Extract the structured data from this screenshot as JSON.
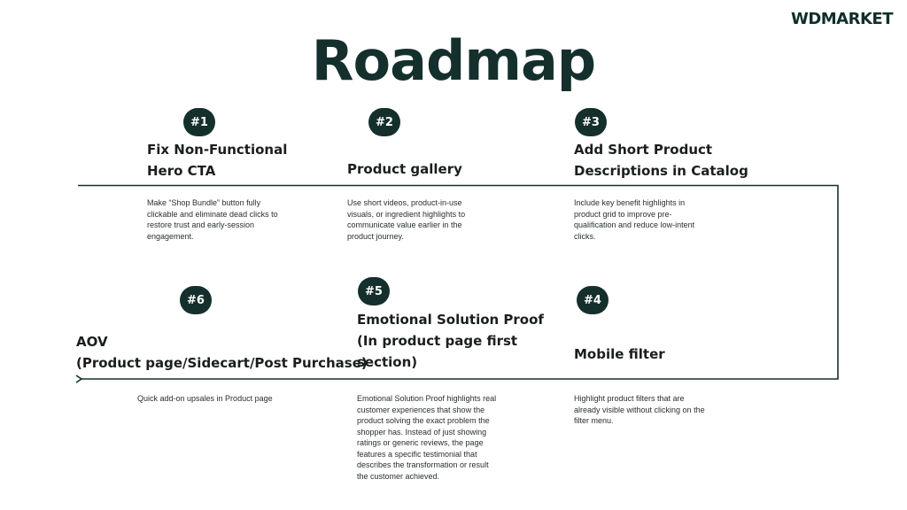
{
  "brand": "WDMARKET",
  "title": "Roadmap",
  "colors": {
    "accent": "#15302c",
    "text": "#1a1f1e",
    "background": "#ffffff"
  },
  "steps": [
    {
      "badge": "#1",
      "title_lines": [
        "Fix Non-Functional",
        "Hero CTA"
      ],
      "description_lines": [
        "Make “Shop Bundle” button fully",
        "clickable and eliminate dead clicks to",
        "restore trust and early-session",
        "engagement."
      ]
    },
    {
      "badge": "#2",
      "title_lines": [
        "Product gallery"
      ],
      "description_lines": [
        "Use short videos, product-in-use",
        "visuals, or ingredient highlights to",
        "communicate value earlier in the",
        "product journey."
      ]
    },
    {
      "badge": "#3",
      "title_lines": [
        "Add Short Product",
        "Descriptions in Catalog"
      ],
      "description_lines": [
        "Include key benefit highlights in",
        "product grid to improve pre-",
        "qualification and reduce low-intent",
        "clicks."
      ]
    },
    {
      "badge": "#4",
      "title_lines": [
        "Mobile filter"
      ],
      "description_lines": [
        "Highlight product filters that are",
        "already visible without clicking on the",
        "filter menu."
      ]
    },
    {
      "badge": "#5",
      "title_lines": [
        "Emotional Solution Proof",
        "(In product page first",
        "section)"
      ],
      "description_lines": [
        "Emotional Solution Proof highlights real",
        "customer experiences that show the",
        "product solving the exact problem the",
        "shopper has. Instead of just showing",
        "ratings or generic reviews, the page",
        "features a specific testimonial that",
        "describes the transformation or result",
        "the customer achieved."
      ]
    },
    {
      "badge": "#6",
      "title_lines": [
        "AOV",
        "(Product page/Sidecart/Post Purchase)"
      ],
      "description_lines": [
        "Quick add-on upsales in Product page"
      ]
    }
  ]
}
